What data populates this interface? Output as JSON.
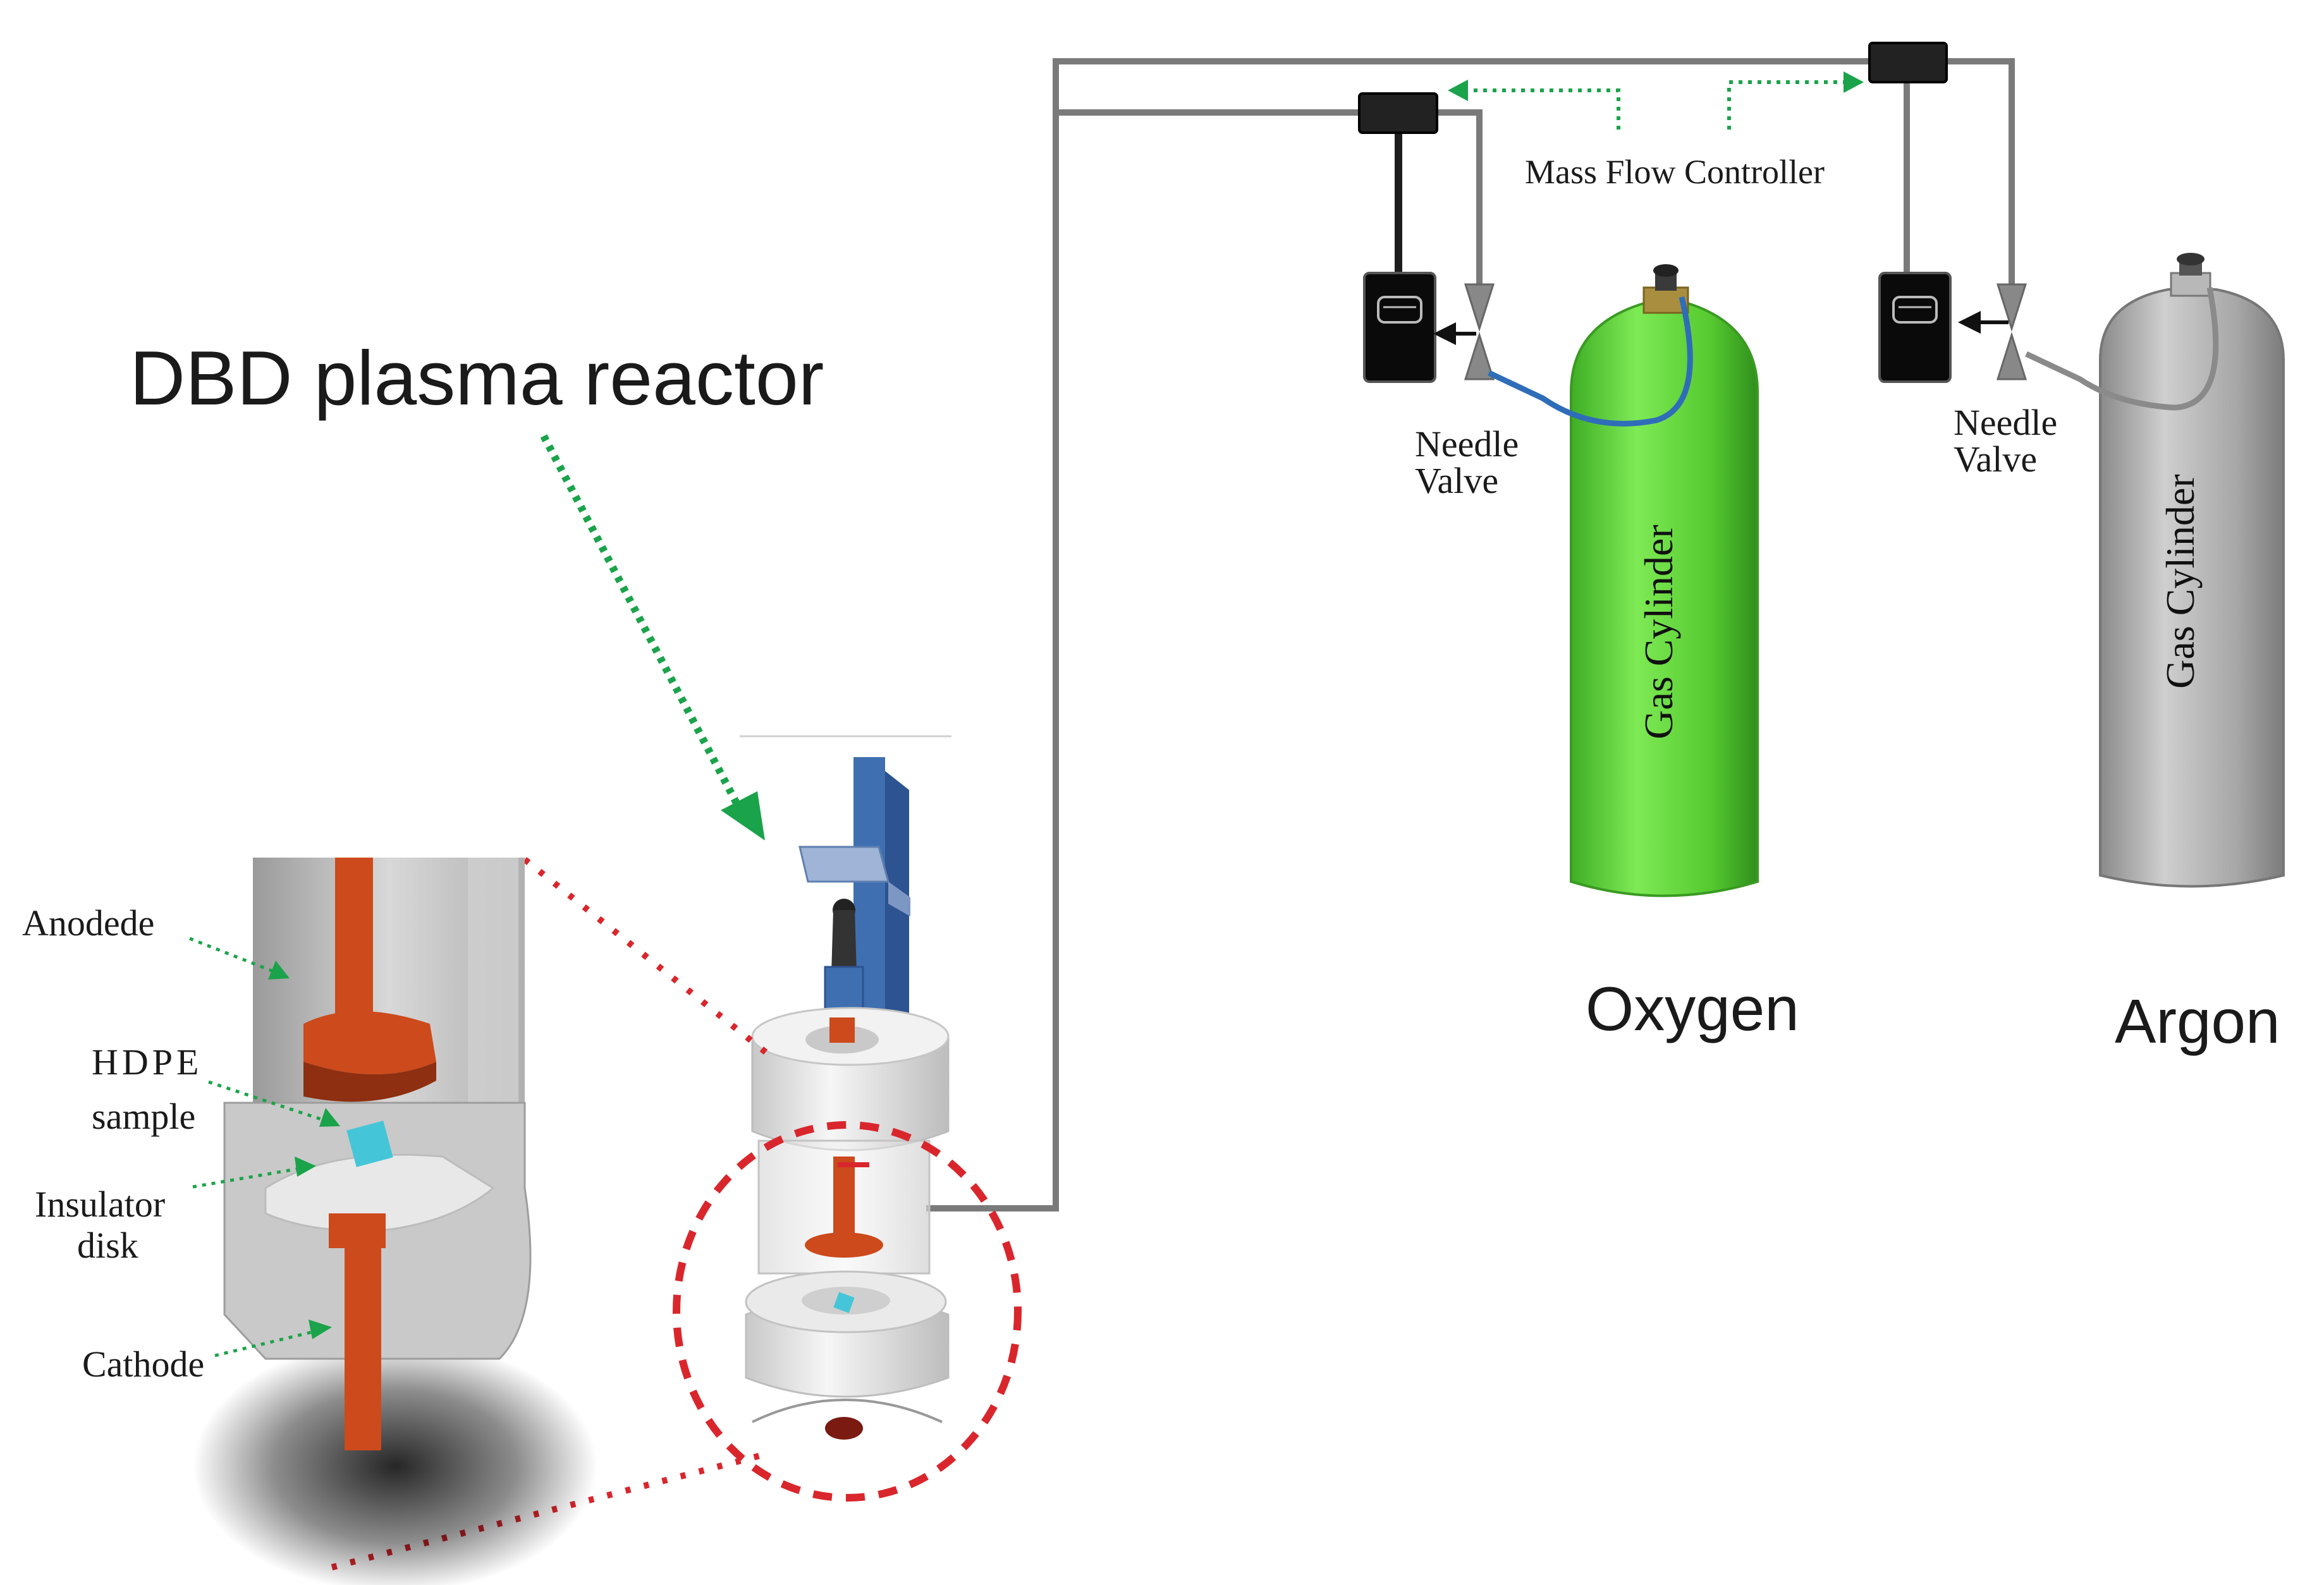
{
  "title": "DBD plasma reactor",
  "labels": {
    "mass_flow_controller": "Mass Flow Controller",
    "needle_valve_left_line1": "Needle",
    "needle_valve_left_line2": "Valve",
    "needle_valve_right_line1": "Needle",
    "needle_valve_right_line2": "Valve",
    "gas_cylinder_oxygen": "Gas Cylinder",
    "gas_cylinder_argon": "Gas Cylinder",
    "oxygen": "Oxygen",
    "argon": "Argon",
    "anode": "Anodede",
    "hdpe_line1": "HDPE",
    "hdpe_line2": "sample",
    "insulator_line1": "Insulator",
    "insulator_line2": "disk",
    "cathode": "Cathode"
  },
  "colors": {
    "oxygen_cylinder": "#5fd33a",
    "argon_cylinder": "#a8a8a8",
    "electrode": "#cc4a1c",
    "pipe": "#7a7a7a",
    "arrow_green": "#1aa34a",
    "zoom_red": "#d9262c",
    "stand_blue": "#3f6fb0",
    "sample_cyan": "#45c6d8"
  }
}
